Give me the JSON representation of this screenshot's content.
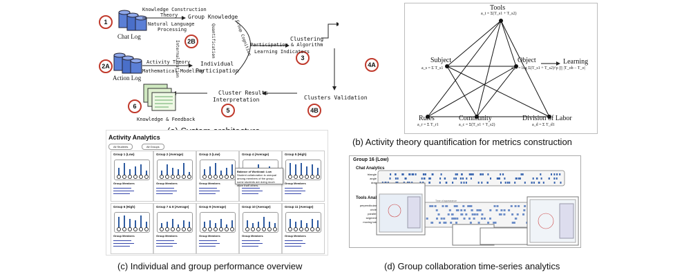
{
  "panel_a": {
    "caption": "(a) System architecture",
    "chat_log": "Chat Log",
    "action_log": "Action Log",
    "kct_line1": "Knowledge Construction",
    "kct_line2": "Theory",
    "nlp_line1": "Natural Language",
    "nlp_line2": "Processing",
    "activity_theory": "Activity Theory",
    "math_modeling": "Mathematical Modeling",
    "group_knowledge": "Group Knowledge",
    "individual_line1": "Individual",
    "individual_line2": "Participation",
    "internalization": "Internalization",
    "quantification": "Quantification",
    "group_cognition": "Group Cognition",
    "participation_algo": "Participation & Algorithm",
    "learning_indicators": "Learning Indicators",
    "clustering": "Clustering",
    "clusters_validation": "Clusters Validation",
    "cluster_results_line1": "Cluster Results",
    "cluster_results_line2": "Interpretation",
    "knowledge_feedback": "Knowledge & Feedback",
    "badges": [
      "1",
      "2A",
      "2B",
      "3",
      "4A",
      "4B",
      "5",
      "6"
    ]
  },
  "panel_b": {
    "caption": "(b) Activity theory quantification for metrics construction",
    "tools": "Tools",
    "subject": "Subject",
    "object": "Object",
    "learning": "Learning",
    "rules": "Rules",
    "community": "Community",
    "division": "Division of Labor",
    "f_tools": "a_t = Σ(T_s1 + T_s2)",
    "f_subject": "a_s = Σ T_s1",
    "f_object": "a_o = log Σ(T_s1 + T_s2)^ρ ∏ |T_ob − T_o|",
    "f_rules": "a_r = Σ T_r1",
    "f_community": "a_c = Σ(T_s1 + T_s2)",
    "f_division": "a_d = Σ T_d1"
  },
  "panel_c": {
    "caption": "(c) Individual and group performance overview",
    "title": "Activity Analytics",
    "chip1": "All Students",
    "chip2": "All Groups",
    "groups": [
      {
        "name": "Group 1 (Low)",
        "bars": [
          0.6,
          0.9,
          0.5,
          0.7,
          0.8,
          0.4
        ]
      },
      {
        "name": "Group 2 (Average)",
        "bars": [
          0.4,
          0.8,
          0.6,
          0.5,
          0.9,
          0.3
        ]
      },
      {
        "name": "Group 3 (Low)",
        "bars": [
          0.5,
          0.7,
          0.9,
          0.4,
          0.6,
          0.8
        ]
      },
      {
        "name": "Group 4 (Average)",
        "bars": [
          0.3,
          0.6,
          0.8,
          0.5,
          0.7,
          0.4
        ]
      },
      {
        "name": "Group 5 (High)",
        "bars": [
          0.9,
          0.8,
          0.9,
          0.7,
          0.8,
          0.6
        ]
      },
      {
        "name": "Group 6 (High)",
        "bars": [
          0.8,
          0.9,
          0.7,
          0.6,
          0.9,
          0.5
        ]
      },
      {
        "name": "Group 7 & 8 (Average)",
        "bars": [
          0.4,
          0.5,
          0.7,
          0.3,
          0.6,
          0.5
        ]
      },
      {
        "name": "Group 9 (Average)",
        "bars": [
          0.5,
          0.6,
          0.4,
          0.7,
          0.3,
          0.6
        ]
      },
      {
        "name": "Group 10 (Average)",
        "bars": [
          0.6,
          0.4,
          0.5,
          0.8,
          0.5,
          0.4
        ]
      },
      {
        "name": "Group 11 (Average)",
        "bars": [
          0.7,
          0.5,
          0.6,
          0.4,
          0.7,
          0.6
        ]
      }
    ],
    "group_members": "Group Members",
    "tooltip_title": "Balance of Workload: Low",
    "tooltip_text": "Student collaboration is unequal among members of the group; some students are doing much more than others."
  },
  "panel_d": {
    "caption": "(d) Group collaboration time-series analytics",
    "title": "Group 16 (Low)",
    "chat_analytics": "Chat Analytics",
    "tools_analytics": "Tools Analytics",
    "time_label": "Time of appearance",
    "chat_rows": [
      "triangle",
      "angle",
      "drag"
    ],
    "tool_rows": [
      "perpendicular",
      "circle",
      "parallel",
      "segment",
      "moving tab"
    ]
  }
}
